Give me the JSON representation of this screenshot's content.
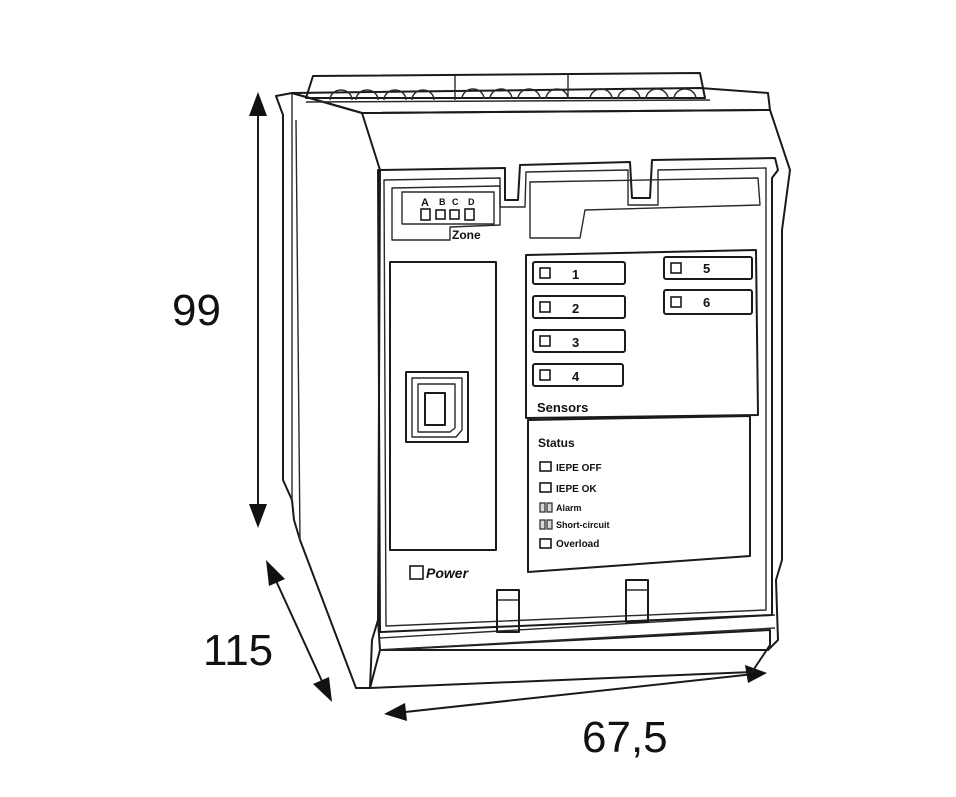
{
  "dimensions": {
    "height": "99",
    "depth": "115",
    "width": "67,5"
  },
  "device": {
    "zone_selector": {
      "letters": [
        "A",
        "B",
        "C",
        "D"
      ],
      "label": "Zone"
    },
    "power_label": "Power",
    "sensors": {
      "title": "Sensors",
      "channels": [
        "1",
        "2",
        "3",
        "4",
        "5",
        "6"
      ]
    },
    "status": {
      "title": "Status",
      "items": [
        "IEPE OFF",
        "IEPE OK",
        "Alarm",
        "Short-circuit",
        "Overload"
      ]
    },
    "usb_port": "usb-b-connector"
  }
}
